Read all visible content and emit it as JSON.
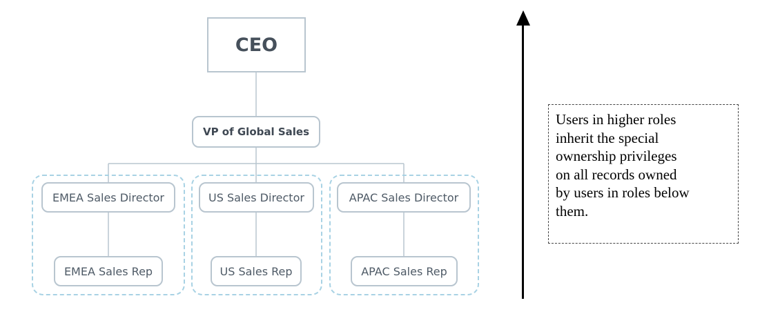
{
  "hierarchy": {
    "ceo": "CEO",
    "vp": "VP of Global Sales",
    "groups": [
      {
        "director": "EMEA Sales Director",
        "rep": "EMEA Sales Rep"
      },
      {
        "director": "US Sales Director",
        "rep": "US Sales Rep"
      },
      {
        "director": "APAC Sales Director",
        "rep": "APAC Sales Rep"
      }
    ]
  },
  "note": {
    "text": "Users in higher roles\ninherit the special\nownership privileges\non all records owned\nby users in roles below\nthem."
  },
  "colors": {
    "box_border": "#b8c5cf",
    "group_border": "#a8d2e4",
    "connector": "#b8c5cf",
    "arrow": "#000000"
  }
}
